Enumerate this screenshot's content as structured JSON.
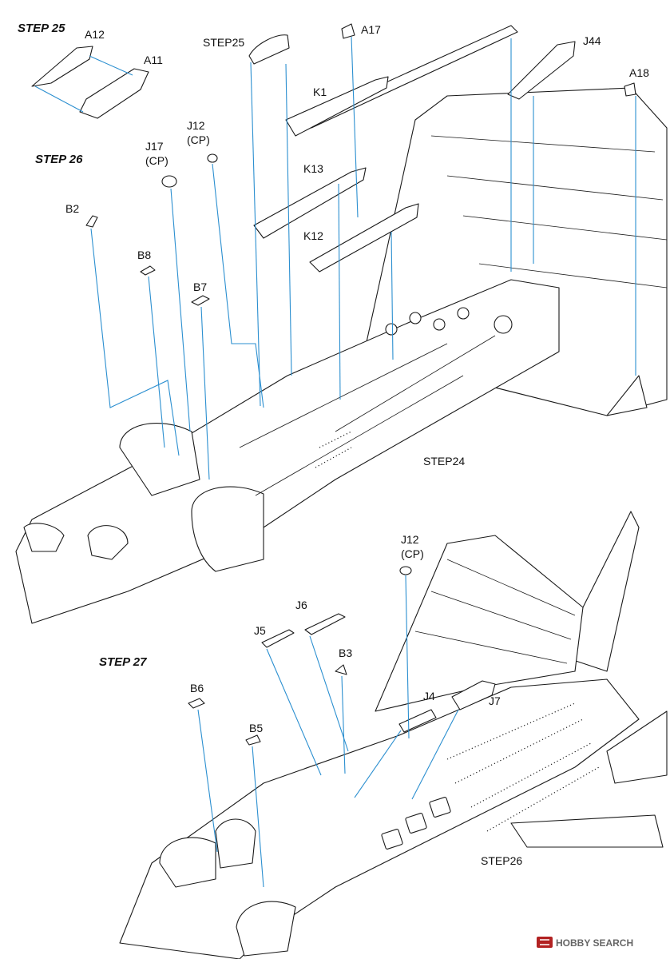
{
  "steps": {
    "step25_title": "STEP 25",
    "step26_title": "STEP 26",
    "step27_title": "STEP 27"
  },
  "step_refs": {
    "step25_ref": "STEP25",
    "step24_ref": "STEP24",
    "step26_ref": "STEP26"
  },
  "parts": {
    "a12": "A12",
    "a11": "A11",
    "a17": "A17",
    "j44": "J44",
    "a18": "A18",
    "k1": "K1",
    "k13": "K13",
    "k12": "K12",
    "j17": "J17",
    "j17_note": "(CP)",
    "j12_top": "J12",
    "j12_top_note": "(CP)",
    "b2": "B2",
    "b8": "B8",
    "b7": "B7",
    "j12_bottom": "J12",
    "j12_bottom_note": "(CP)",
    "j6": "J6",
    "j5": "J5",
    "b3": "B3",
    "j4": "J4",
    "j7": "J7",
    "b6": "B6",
    "b5": "B5"
  },
  "watermark": {
    "text": "HOBBY SEARCH",
    "icon": "hobby-search-logo-icon"
  },
  "colors": {
    "line_art": "#1a1a1a",
    "guide_lines": "#2b8fd0",
    "background": "#ffffff"
  }
}
